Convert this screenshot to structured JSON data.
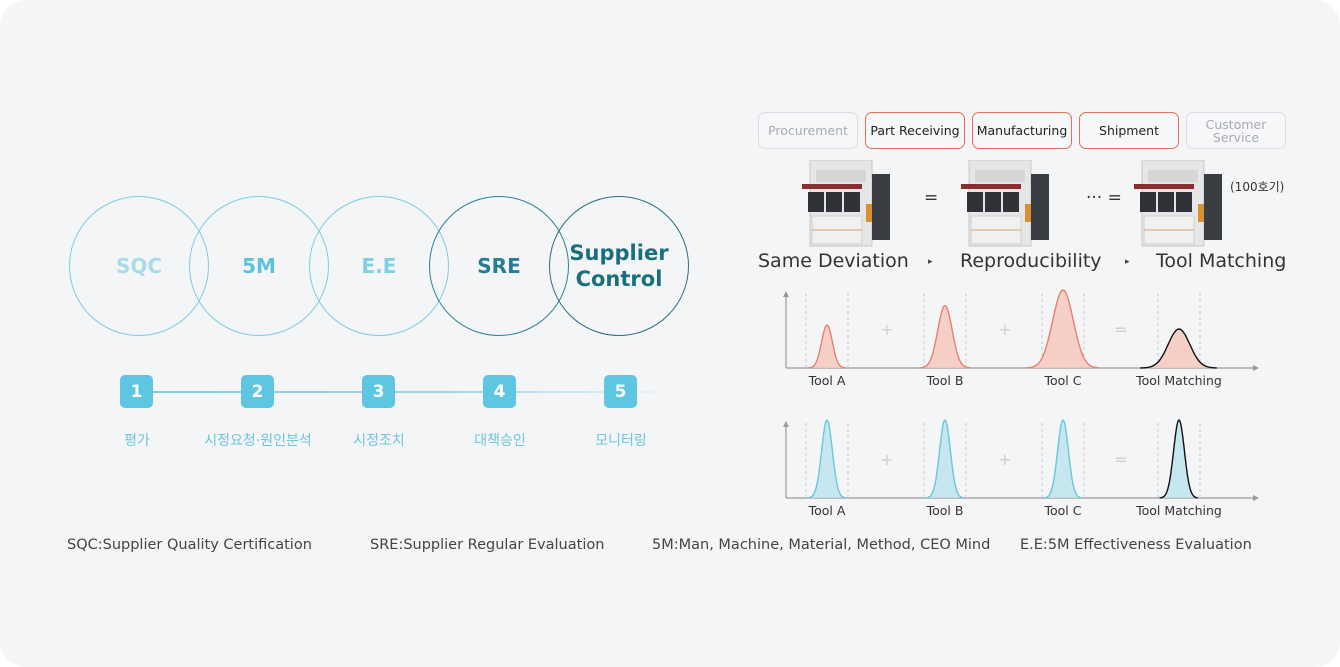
{
  "colors": {
    "accent_light": "#7fcde0",
    "accent_step": "#5ec6e1",
    "accent_dark": "#176f80",
    "highlight_border": "#e07058",
    "salmon_fill": "#f6cfc6",
    "salmon_stroke": "#e8806c",
    "blue_fill": "#c6e7f0",
    "blue_stroke": "#6cc6dd"
  },
  "circles": [
    {
      "label": "SQC"
    },
    {
      "label": "5M"
    },
    {
      "label": "E.E"
    },
    {
      "label": "SRE"
    },
    {
      "label": "Supplier Control"
    }
  ],
  "steps": [
    {
      "number": "1",
      "label": "평가"
    },
    {
      "number": "2",
      "label": "시정요청·원인분석"
    },
    {
      "number": "3",
      "label": "시정조치"
    },
    {
      "number": "4",
      "label": "대책승인"
    },
    {
      "number": "5",
      "label": "모니터링"
    }
  ],
  "process": [
    {
      "label": "Procurement",
      "highlighted": false
    },
    {
      "label": "Part Receiving",
      "highlighted": true
    },
    {
      "label": "Manufacturing",
      "highlighted": true
    },
    {
      "label": "Shipment",
      "highlighted": true
    },
    {
      "label": "Customer Service",
      "highlighted": false
    }
  ],
  "machines": {
    "icon": "semiconductor-tool-icon",
    "separators": [
      "=",
      "··· ="
    ],
    "note": "(100호기)"
  },
  "flow": {
    "labels": [
      "Same Deviation",
      "Reproducibility",
      "Tool Matching"
    ],
    "arrow": "▸"
  },
  "chart_data": [
    {
      "type": "area",
      "title": "",
      "description": "Distribution before matching (varying spread)",
      "categories": [
        "Tool A",
        "Tool B",
        "Tool C",
        "Tool Matching"
      ],
      "operators": [
        "+",
        "+",
        "="
      ],
      "series": [
        {
          "name": "Tool A",
          "relative_height": 0.55,
          "relative_width": 0.6
        },
        {
          "name": "Tool B",
          "relative_height": 0.8,
          "relative_width": 0.8
        },
        {
          "name": "Tool C",
          "relative_height": 1.0,
          "relative_width": 1.15
        },
        {
          "name": "Tool Matching",
          "relative_height": 0.5,
          "relative_width": 1.2
        }
      ],
      "grid": false
    },
    {
      "type": "area",
      "title": "",
      "description": "Distribution after matching (uniform spread)",
      "categories": [
        "Tool A",
        "Tool B",
        "Tool C",
        "Tool Matching"
      ],
      "operators": [
        "+",
        "+",
        "="
      ],
      "series": [
        {
          "name": "Tool A",
          "relative_height": 1.0,
          "relative_width": 0.6
        },
        {
          "name": "Tool B",
          "relative_height": 1.0,
          "relative_width": 0.6
        },
        {
          "name": "Tool C",
          "relative_height": 1.0,
          "relative_width": 0.6
        },
        {
          "name": "Tool Matching",
          "relative_height": 1.0,
          "relative_width": 0.6
        }
      ],
      "grid": false
    }
  ],
  "legend": [
    "SQC:Supplier Quality Certification",
    "SRE:Supplier Regular Evaluation",
    "5M:Man, Machine, Material, Method, CEO Mind",
    "E.E:5M Effectiveness Evaluation"
  ]
}
